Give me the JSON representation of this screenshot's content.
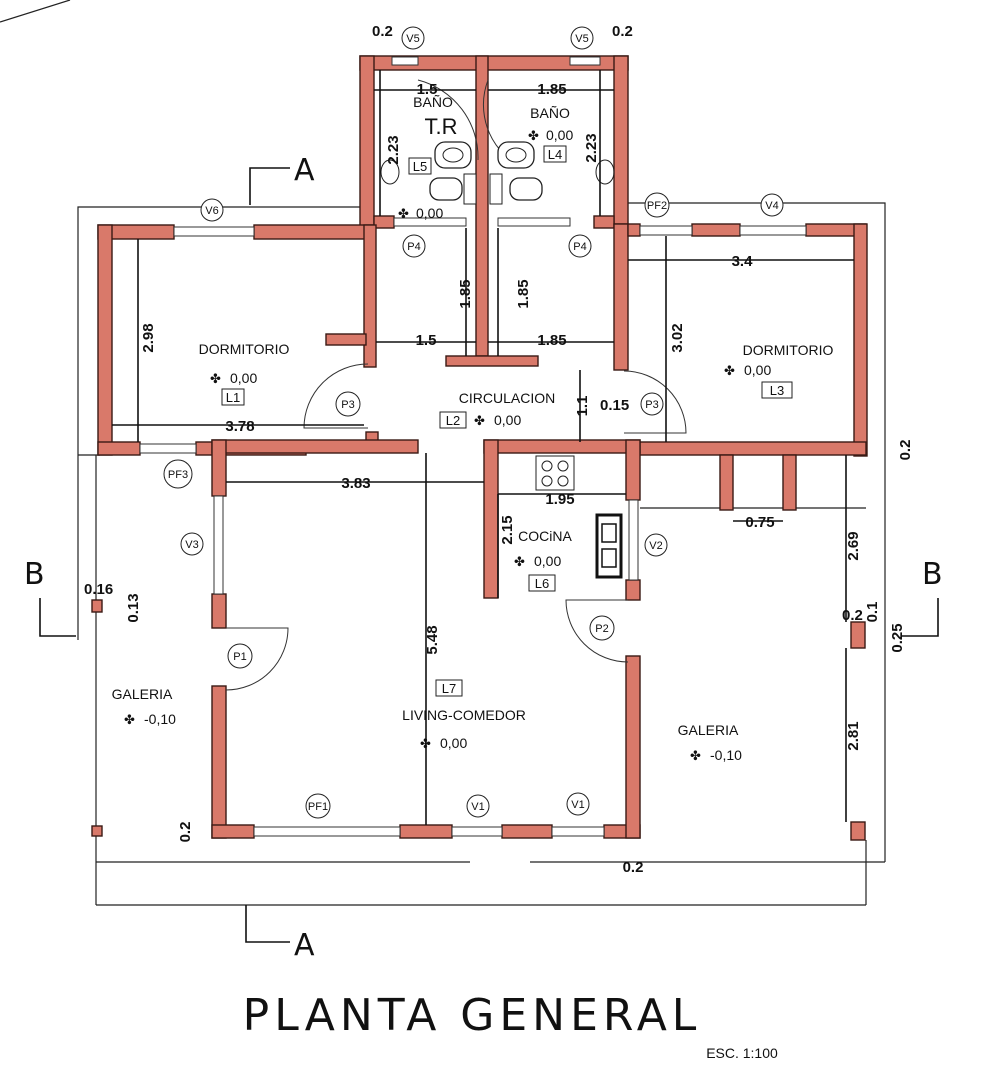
{
  "title": "PLANTA GENERAL",
  "scale": "ESC. 1:100",
  "section_marks": {
    "a": "A",
    "b": "B"
  },
  "rooms": {
    "bano_left": {
      "name": "BAÑO",
      "extra": "T.R",
      "code": "L5",
      "level": "0,00"
    },
    "bano_right": {
      "name": "BAÑO",
      "code": "L4",
      "level": "0,00"
    },
    "dorm_left": {
      "name": "DORMITORIO",
      "code": "L1",
      "level": "0,00"
    },
    "dorm_right": {
      "name": "DORMITORIO",
      "code": "L3",
      "level": "0,00"
    },
    "circulacion": {
      "name": "CIRCULACION",
      "code": "L2",
      "level": "0,00"
    },
    "cocina": {
      "name": "COCiNA",
      "code": "L6",
      "level": "0,00"
    },
    "living": {
      "name": "LIVING-COMEDOR",
      "code": "L7",
      "level": "0,00"
    },
    "galeria_left": {
      "name": "GALERIA",
      "level": "-0,10"
    },
    "galeria_right": {
      "name": "GALERIA",
      "level": "-0,10"
    }
  },
  "openings": {
    "v5a": "V5",
    "v5b": "V5",
    "v6": "V6",
    "pf2": "PF2",
    "v4": "V4",
    "p4a": "P4",
    "p4b": "P4",
    "p3a": "P3",
    "p3b": "P3",
    "pf3": "PF3",
    "v3": "V3",
    "v2": "V2",
    "p1": "P1",
    "p2": "P2",
    "pf1": "PF1",
    "v1a": "V1",
    "v1b": "V1"
  },
  "dims": {
    "w_top_l": "0.2",
    "w_top_r": "0.2",
    "b_left_w": "1.5",
    "b_right_w": "1.85",
    "b_left_h": "2.23",
    "b_right_h": "2.23",
    "p_left_h": "1.85",
    "p_right_h": "1.85",
    "circ_l": "1.5",
    "circ_r": "1.85",
    "dorm_l_h": "2.98",
    "dorm_l_w": "3.78",
    "dorm_r_w": "3.4",
    "dorm_r_h": "3.02",
    "circ_v": "1.1",
    "wall_015": "0.15",
    "w_right_02": "0.2",
    "living_w": "3.83",
    "coc_w": "1.95",
    "coc_h": "2.15",
    "living_h": "5.48",
    "d_075": "0.75",
    "gal_r_h1": "2.69",
    "gal_r_h2": "2.81",
    "col_016": "0.16",
    "col_013": "0.13",
    "col_025": "0.25",
    "col_02": "0.2",
    "bot_left": "0.2",
    "bot_right": "0.2",
    "w_right_01": "0.1"
  }
}
